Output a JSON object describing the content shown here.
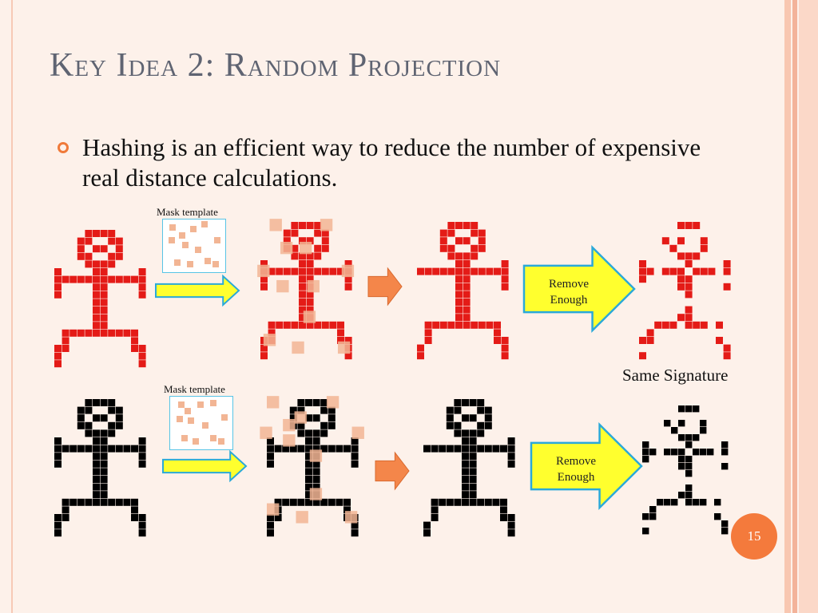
{
  "slide": {
    "title": "Key Idea 2: Random Projection",
    "bullet": "Hashing is an efficient way to reduce the number of expensive real distance calculations.",
    "page_number": "15",
    "colors": {
      "title": "#5f6472",
      "accent": "#f47a3c",
      "red_figure": "#e41b17",
      "black_figure": "#000000",
      "mask_square": "#f2b594",
      "mask_border": "#58c4e6",
      "big_arrow_fill": "#ffff2e",
      "big_arrow_stroke": "#2ba9d8",
      "small_arrow_fill": "#f4864a"
    }
  },
  "diagram": {
    "mask_caption": "Mask template",
    "remove_label_line1": "Remove",
    "remove_label_line2": "Enough",
    "signature_caption": "Same Signature"
  }
}
